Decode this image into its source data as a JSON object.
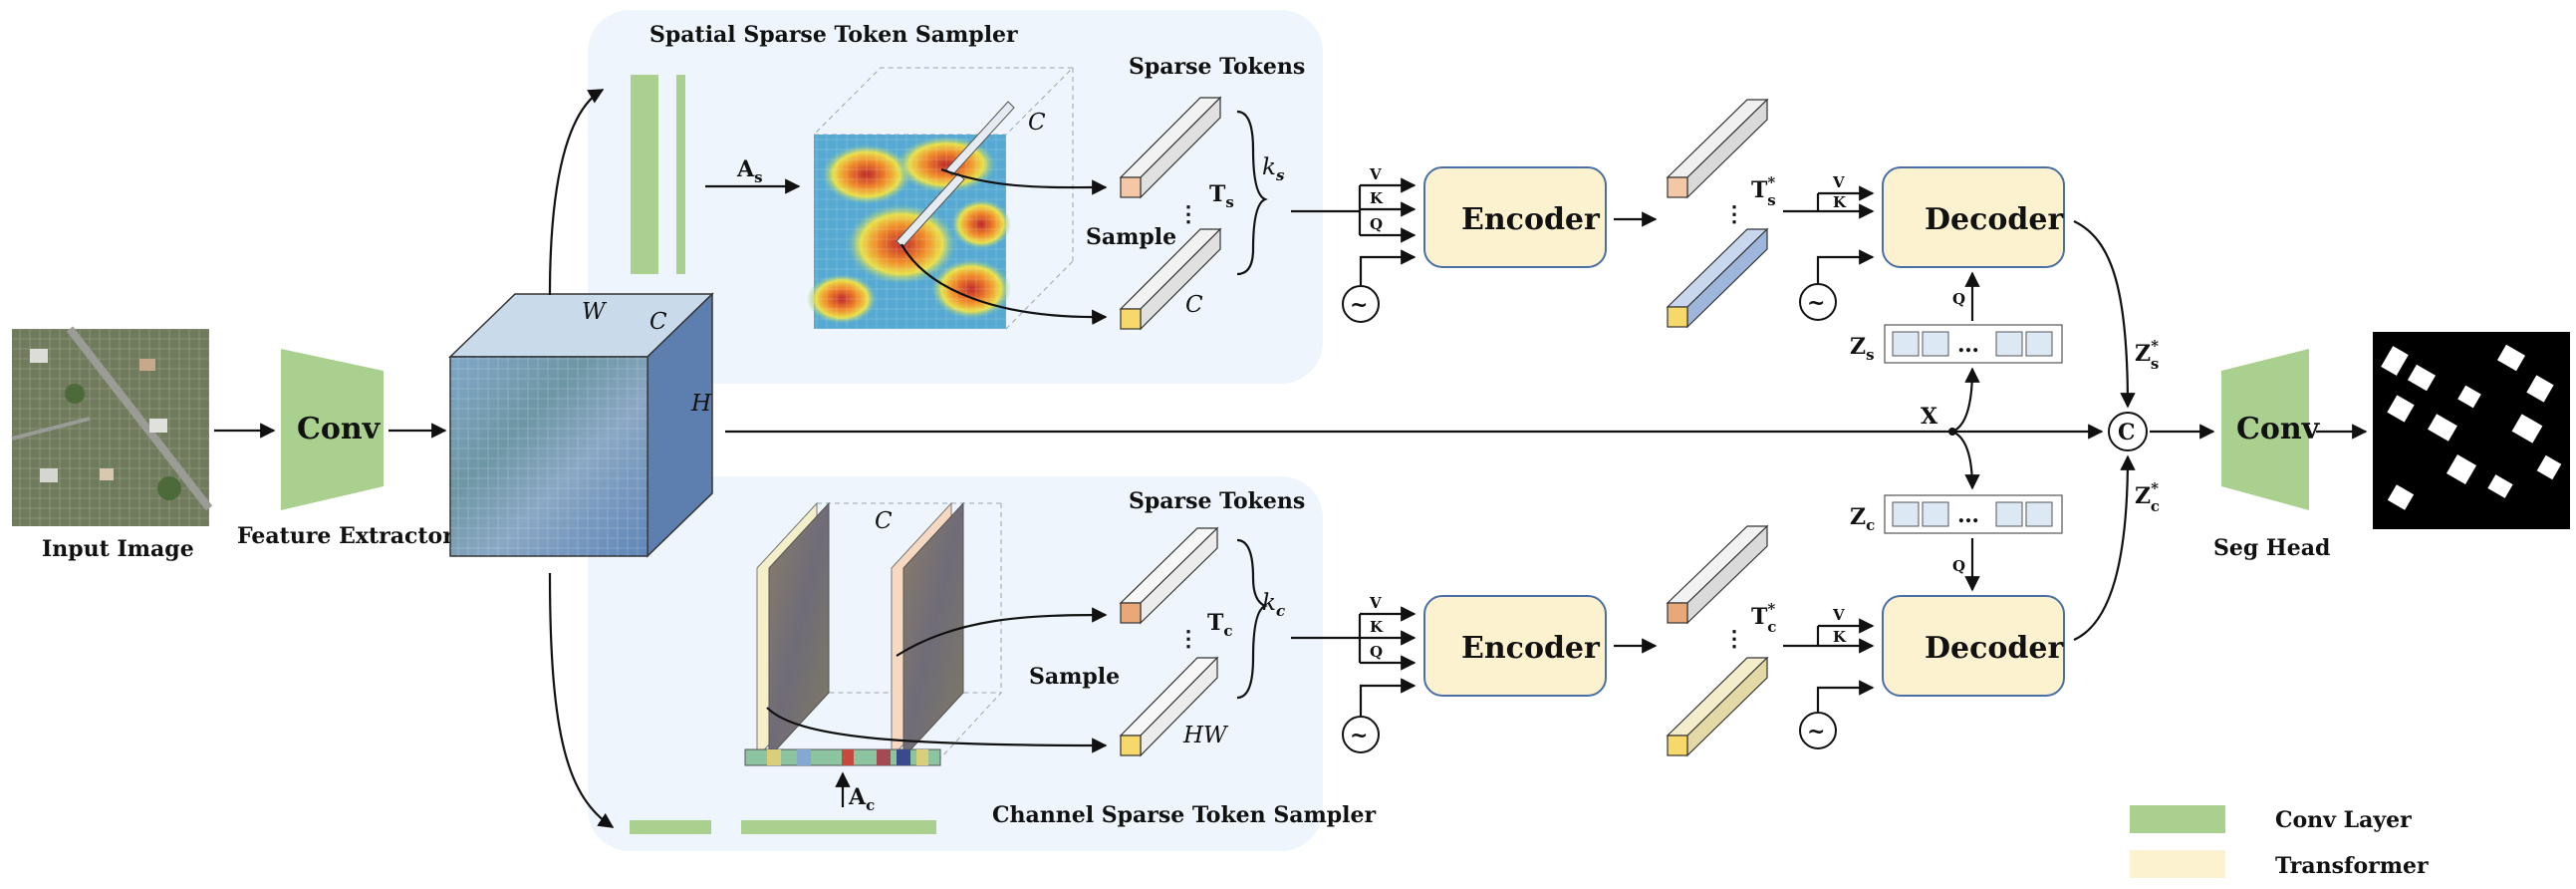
{
  "labels": {
    "input_image": "Input Image",
    "feature_extractor": "Feature Extractor",
    "seg_head": "Seg Head",
    "spatial_sampler": "Spatial Sparse Token Sampler",
    "channel_sampler": "Channel Sparse Token Sampler",
    "sparse_tokens_top": "Sparse Tokens",
    "sparse_tokens_bottom": "Sparse Tokens",
    "sample_top": "Sample",
    "sample_bottom": "Sample"
  },
  "blocks": {
    "conv_left": "Conv",
    "conv_right": "Conv",
    "encoder_top": "Encoder",
    "encoder_bottom": "Encoder",
    "decoder_top": "Decoder",
    "decoder_bottom": "Decoder"
  },
  "symbols": {
    "W": "W",
    "C": "C",
    "H": "H",
    "A_s": "A",
    "A_s_sub": "s",
    "A_c": "A",
    "A_c_sub": "c",
    "C_cube_top": "C",
    "C_token_top": "C",
    "C_cube_bottom": "C",
    "HW": "HW",
    "T_s": "T",
    "T_s_sub": "s",
    "T_c": "T",
    "T_c_sub": "c",
    "k_s": "k",
    "k_s_sub": "s",
    "k_c": "k",
    "k_c_sub": "c",
    "T_s_star": "T",
    "T_s_star_sup": "*",
    "T_s_star_sub": "s",
    "T_c_star": "T",
    "T_c_star_sup": "*",
    "T_c_star_sub": "c",
    "Z_s": "Z",
    "Z_s_sub": "s",
    "Z_c": "Z",
    "Z_c_sub": "c",
    "Z_s_star": "Z",
    "Z_s_star_sup": "*",
    "Z_s_star_sub": "s",
    "Z_c_star": "Z",
    "Z_c_star_sup": "*",
    "Z_c_star_sub": "c",
    "X": "X",
    "concat": "C",
    "V": "V",
    "K": "K",
    "Q": "Q",
    "dots": "⋮",
    "hdots": "…",
    "pos_enc": "~"
  },
  "legend": {
    "conv_layer": "Conv Layer",
    "transformer": "Transformer"
  },
  "colors": {
    "conv_green": "#a9d08e",
    "transformer_yellow": "#fdf2d0",
    "panel_blue": "#eef5fc",
    "token_peach": "#f4c7a6",
    "token_yellow": "#f7d86a",
    "token_blue": "#9fb6dc",
    "token_beige": "#e9e2b8",
    "z_cell": "#dde8f5"
  },
  "icons": [
    "positional-encoding-icon",
    "concat-icon"
  ]
}
